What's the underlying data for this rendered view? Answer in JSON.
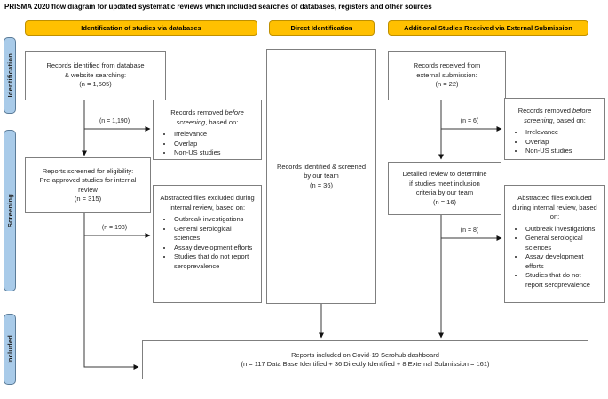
{
  "title": "PRISMA 2020 flow diagram for updated systematic reviews which included searches of databases, registers and other sources",
  "columns": {
    "databases": {
      "header": "Identification of studies via databases"
    },
    "direct": {
      "header": "Direct Identification"
    },
    "external": {
      "header": "Additional Studies Received via External Submission"
    }
  },
  "sidebar": {
    "identification": "Identification",
    "screening": "Screening",
    "included": "Included"
  },
  "boxes": {
    "db_identified": "Records identified from database\n& website searching:\n(n = 1,505)",
    "db_removed": {
      "pre": "Records removed ",
      "emphasis": "before screening",
      "post": ", based on:",
      "items": [
        "Irrelevance",
        "Overlap",
        "Non-US studies"
      ]
    },
    "db_screened": "Reports screened for eligibility:\nPre-approved studies for internal\nreview\n(n = 315)",
    "db_excluded": {
      "intro": "Abstracted files excluded during internal review, based on:",
      "items": [
        "Outbreak investigations",
        "General serological sciences",
        "Assay development efforts",
        "Studies that do not report seroprevalence"
      ]
    },
    "direct_screened": "Records identified & screened\nby our team\n(n = 36)",
    "ext_received": "Records received from\nexternal submission:\n(n = 22)",
    "ext_removed": {
      "pre": "Records removed ",
      "emphasis": "before screening",
      "post": ", based on:",
      "items": [
        "Irrelevance",
        "Overlap",
        "Non-US studies"
      ]
    },
    "ext_review": "Detailed review to determine\nif studies meet inclusion\ncriteria by our team\n(n = 16)",
    "ext_excluded": {
      "intro": "Abstracted files excluded during internal review, based on:",
      "items": [
        "Outbreak investigations",
        "General serological sciences",
        "Assay development efforts",
        "Studies that do not report seroprevalence"
      ]
    },
    "included": "Reports included on Covid-19 Serohub dashboard\n(n = 117 Data Base Identified + 36 Directly Identified + 8 External Submission = 161)"
  },
  "arrow_labels": {
    "db_removed_n": "(n = 1,190)",
    "db_excluded_n": "(n = 198)",
    "ext_removed_n": "(n = 6)",
    "ext_excluded_n": "(n = 8)"
  },
  "colors": {
    "header_fill": "#FFC000",
    "header_border": "#BF9000",
    "sidebar_fill": "#A9CBE9",
    "sidebar_border": "#5B7C99",
    "box_border": "#7F7F7F",
    "arrow": "#3A3A3A"
  }
}
